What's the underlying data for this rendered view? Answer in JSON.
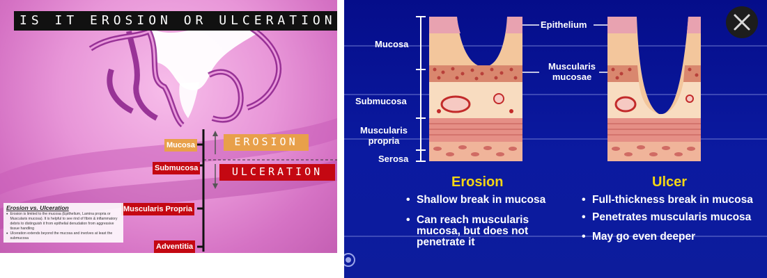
{
  "left_slide": {
    "title": "IS IT EROSION OR ULCERATION?",
    "layer_labels": {
      "mucosa": "Mucosa",
      "submucosa": "Submucosa",
      "muscularis_propria": "Muscularis Propria",
      "adventitia": "Adventitia"
    },
    "tags": {
      "erosion": "EROSION",
      "ulceration": "ULCERATION"
    },
    "legend": {
      "heading": "Erosion vs. Ulceration",
      "items": [
        "Erosion is limited to the mucosa (Epithelium, Lamina propria or Muscularis mucosa). It is helpful to see rind of fibrin & inflammatory debris to distinguish it from epithelial denudation from aggressive tissue handling",
        "Ulceration extends beyond the mucosa and involves at least the submucosa"
      ]
    },
    "colors": {
      "erosion_tag": "#e8a04a",
      "ulceration_tag": "#c40812"
    }
  },
  "right_slide": {
    "layer_labels": {
      "mucosa": "Mucosa",
      "submucosa": "Submucosa",
      "muscularis_propria": "Muscularis propria",
      "serosa": "Serosa",
      "epithelium": "Epithelium",
      "muscularis_mucosae": "Muscularis mucosae"
    },
    "erosion": {
      "title": "Erosion",
      "bullets": [
        "Shallow break in mucosa",
        "Can reach muscularis mucosa, but does not penetrate it"
      ]
    },
    "ulcer": {
      "title": "Ulcer",
      "bullets": [
        "Full-thickness break in mucosa",
        "Penetrates muscularis mucosa",
        "May go even deeper"
      ]
    },
    "colors": {
      "background": "#0b1aa0",
      "heading": "#f5d614"
    },
    "icons": {
      "close": "close-icon",
      "corner": "app-logo-icon"
    }
  }
}
